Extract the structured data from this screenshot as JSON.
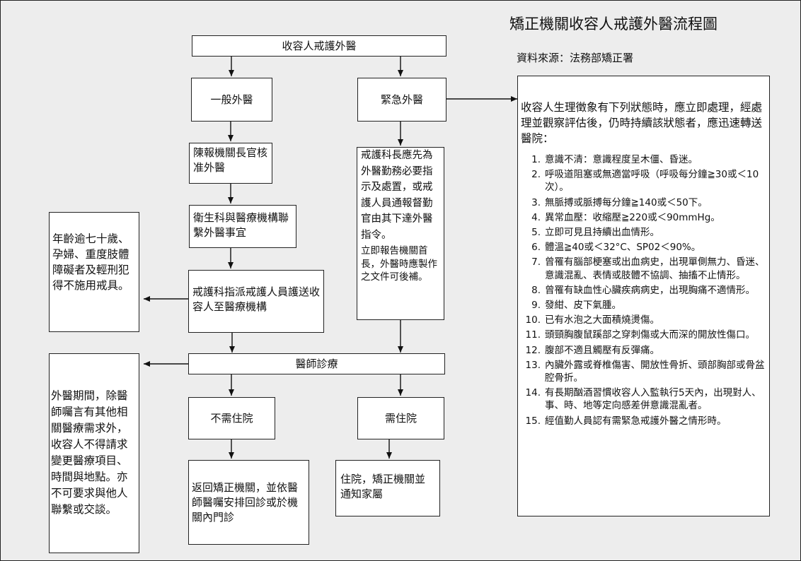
{
  "header": {
    "title": "矯正機關收容人戒護外醫流程圖",
    "source": "資料來源：法務部矯正署"
  },
  "nodes": {
    "start": "收容人戒護外醫",
    "general": "一般外醫",
    "emergency": "緊急外醫",
    "report": "陳報機關長官核准外醫",
    "coordinate": "衛生科與醫療機構聯繫外醫事宜",
    "assign": "戒護科指派戒護人員護送收容人至醫療機構",
    "restraint_note": "年齡逾七十歲、孕婦、重度肢體障礙者及輕刑犯得不施用戒具。",
    "emergency_instr": "戒護科長應先為外醫勤務必要指示及處置，或戒護人員通報督勤官由其下達外醫指令。",
    "emergency_report": "立即報告機關首長，外醫時應製作之文件可後補。",
    "diagnosis": "醫師診療",
    "period_note": "外醫期間，除醫師囑言有其他相關醫療需求外，收容人不得請求變更醫療項目、時間與地點。亦不可要求與他人聯繫或交談。",
    "no_hosp": "不需住院",
    "hosp": "需住院",
    "return": "返回矯正機關，並依醫師醫囑安排回診或於機關內門診",
    "admit": "住院，矯正機關並通知家屬"
  },
  "criteria": {
    "intro": "收容人生理徵象有下列狀態時，應立即處理，經處理並觀察評估後，仍時持續該狀態者，應迅速轉送醫院：",
    "items": [
      {
        "num": "1.",
        "text": "意識不清：意識程度呈木僵、昏迷。"
      },
      {
        "num": "2.",
        "text": "呼吸道阻塞或無適當呼吸（呼吸每分鐘≧30或＜10次）。"
      },
      {
        "num": "3.",
        "text": "無脈搏或脈搏每分鐘≧140或＜50下。"
      },
      {
        "num": "4.",
        "text": "異常血壓：收縮壓≧220或＜90mmHg。"
      },
      {
        "num": "5.",
        "text": "立即可見且持續出血情形。"
      },
      {
        "num": "6.",
        "text": "體溫≧40或＜32°C、SP02＜90%。"
      },
      {
        "num": "7.",
        "text": "曾罹有腦部梗塞或出血病史，出現單側無力、昏迷、意識混亂、表情或肢體不協調、抽搐不止情形。"
      },
      {
        "num": "8.",
        "text": "曾罹有缺血性心臟疾病病史，出現胸痛不適情形。"
      },
      {
        "num": "9.",
        "text": "發紺、皮下氣腫。"
      },
      {
        "num": "10.",
        "text": "已有水泡之大面積燒燙傷。"
      },
      {
        "num": "11.",
        "text": "頭頸胸腹鼠蹊部之穿刺傷或大而深的開放性傷口。"
      },
      {
        "num": "12.",
        "text": "腹部不適且觸壓有反彈痛。"
      },
      {
        "num": "13.",
        "text": "內臟外露或脊椎傷害、開放性骨折、頭部胸部或骨盆腔骨折。"
      },
      {
        "num": "14.",
        "text": "有長期酗酒習慣收容人入監執行5天內，出現對人、事、時、地等定向感差併意識混亂者。"
      },
      {
        "num": "15.",
        "text": "經值勤人員認有需緊急戒護外醫之情形時。"
      }
    ]
  }
}
